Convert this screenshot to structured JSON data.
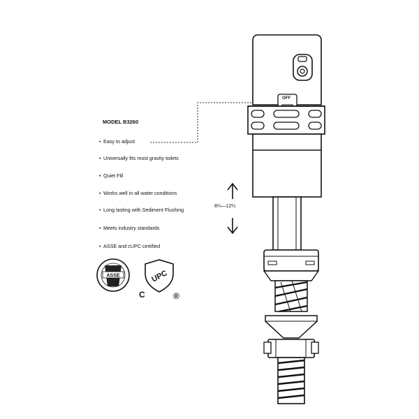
{
  "model": "MODEL B3260",
  "features": [
    "Easy to adjust",
    "Universally fits most gravity toilets",
    "Quiet Fill",
    "Works well in all water conditions",
    "Long lasting with Sediment Flushing",
    "Meets industry standards",
    "ASSE and cUPC certified"
  ],
  "dimension_label": "8¼—12¼",
  "switch_label": "OFF",
  "logos": {
    "asse_text": "ASSE",
    "upc_text": "UPC",
    "upc_c": "C",
    "upc_registered": "®"
  }
}
